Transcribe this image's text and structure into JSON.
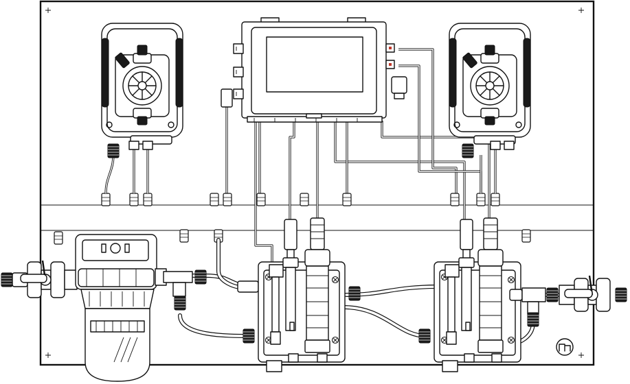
{
  "diagram": {
    "components": {
      "mounting_panel": "panel",
      "controller": "controller-unit",
      "dosing_pumps": [
        "left-dosing-pump",
        "right-dosing-pump"
      ],
      "probe_holders": [
        "left-probe-holder",
        "right-probe-holder"
      ],
      "filter": "water-filter",
      "valves": [
        "inlet-ball-valve",
        "outlet-ball-valve"
      ],
      "logo": "brand-logo"
    },
    "colors": {
      "line": "#111111",
      "fill": "#ffffff",
      "accent_red": "#c0392b"
    }
  }
}
